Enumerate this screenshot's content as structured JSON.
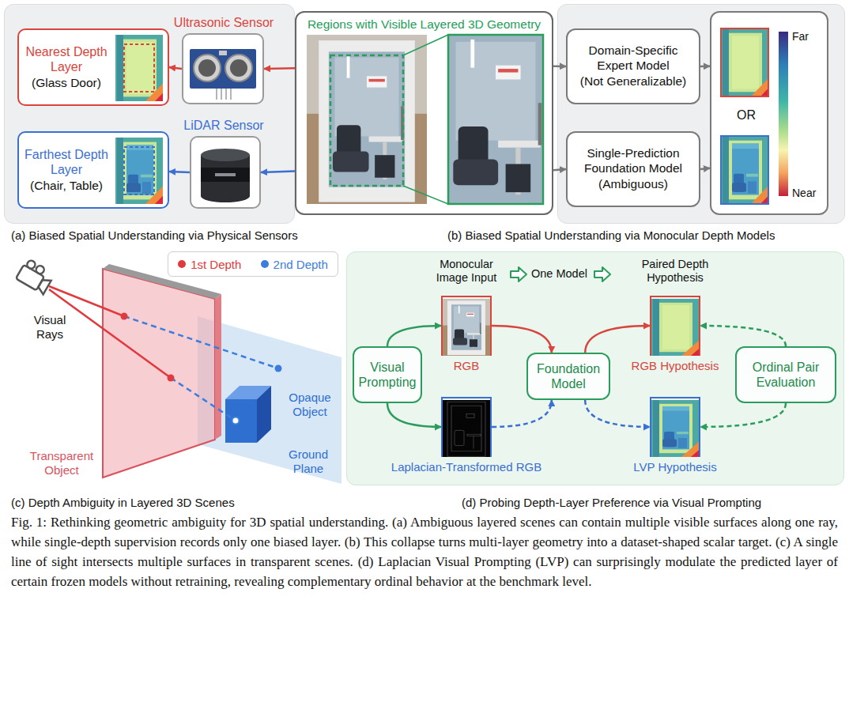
{
  "diagram": {
    "caption": "Fig. 1: Rethinking geometric ambiguity for 3D spatial understanding. (a) Ambiguous layered scenes can contain multiple visible surfaces along one ray, while single-depth supervision records only one biased layer. (b) This collapse turns multi-layer geometry into a dataset-shaped scalar target. (c) A single line of sight intersects multiple surfaces in transparent scenes. (d) Laplacian Visual Prompting (LVP) can surprisingly modulate the predicted layer of certain frozen models without retraining, revealing complementary ordinal behavior at the benchmark level.",
    "nodes": [
      {
        "text": [
          "(a) Biased Spatial Understanding via Physical Sensors"
        ]
      },
      {
        "text": [
          "Nearest Depth Layer",
          "(Glass Door)"
        ],
        "in": 0
      },
      {
        "text": [
          "Ultrasonic Sensor"
        ],
        "in": 0
      },
      {
        "text": [
          "Farthest Depth Layer",
          "(Chair, Table)"
        ],
        "in": 0
      },
      {
        "text": [
          "LiDAR Sensor"
        ],
        "in": 0
      },
      {
        "text": [
          "Regions with Visible Layered 3D Geometry"
        ]
      },
      {
        "text": [
          "(b) Biased Spatial Understanding via Monocular Depth Models"
        ]
      },
      {
        "text": [
          "Domain-Specific Expert Model",
          "(Not Generalizable)"
        ],
        "in": 6
      },
      {
        "text": [
          "Single-Prediction Foundation Model",
          "(Ambiguous)"
        ],
        "in": 6
      },
      {
        "text": [
          "OR"
        ],
        "in": 6
      },
      {
        "text": [
          "(d) Probing Depth-Layer Preference via Visual Prompting"
        ]
      },
      {
        "text": [
          "Visual Prompting"
        ],
        "in": 10
      },
      {
        "text": [
          "RGB"
        ],
        "in": 10
      },
      {
        "text": [
          "Laplacian-Transformed RGB"
        ],
        "in": 10
      },
      {
        "text": [
          "Foundation Model"
        ],
        "in": 10
      },
      {
        "text": [
          "RGB Hypothesis"
        ],
        "in": 10
      },
      {
        "text": [
          "LVP Hypothesis"
        ],
        "in": 10
      },
      {
        "text": [
          "Ordinal Pair Evaluation"
        ],
        "in": 10
      }
    ],
    "edges": [
      {
        "from": 2,
        "to": 1,
        "arrow": "to"
      },
      {
        "from": 5,
        "to": 2,
        "arrow": "to"
      },
      {
        "from": 4,
        "to": 3,
        "arrow": "to"
      },
      {
        "from": 5,
        "to": 4,
        "arrow": "to"
      },
      {
        "from": 5,
        "to": 7,
        "arrow": "to"
      },
      {
        "from": 5,
        "to": 8,
        "arrow": "to"
      },
      {
        "from": 7,
        "to": 9,
        "arrow": "to"
      },
      {
        "from": 8,
        "to": 9,
        "arrow": "to"
      },
      {
        "from": 11,
        "to": 12,
        "arrow": "to"
      },
      {
        "from": 11,
        "to": 13,
        "arrow": "to"
      },
      {
        "from": 12,
        "to": 14,
        "arrow": "to"
      },
      {
        "from": 13,
        "to": 14,
        "arrow": "to"
      },
      {
        "from": 14,
        "to": 15,
        "arrow": "to"
      },
      {
        "from": 14,
        "to": 16,
        "arrow": "to"
      },
      {
        "from": 17,
        "to": 15,
        "arrow": "to"
      },
      {
        "from": 17,
        "to": 16,
        "arrow": "to"
      }
    ],
    "labels": [
      "Far",
      "Near",
      "Visual Rays",
      "Transparent Object",
      "Opaque Object",
      "Ground Plane",
      "(c) Depth Ambiguity in Layered 3D Scenes",
      "Monocular Image Input",
      "One Model",
      "Paired Depth Hypothesis"
    ],
    "legend": [
      {
        "text": "1st Depth",
        "color": "#e03a3e"
      },
      {
        "text": "2nd Depth",
        "color": "#3b7ddd"
      }
    ]
  }
}
